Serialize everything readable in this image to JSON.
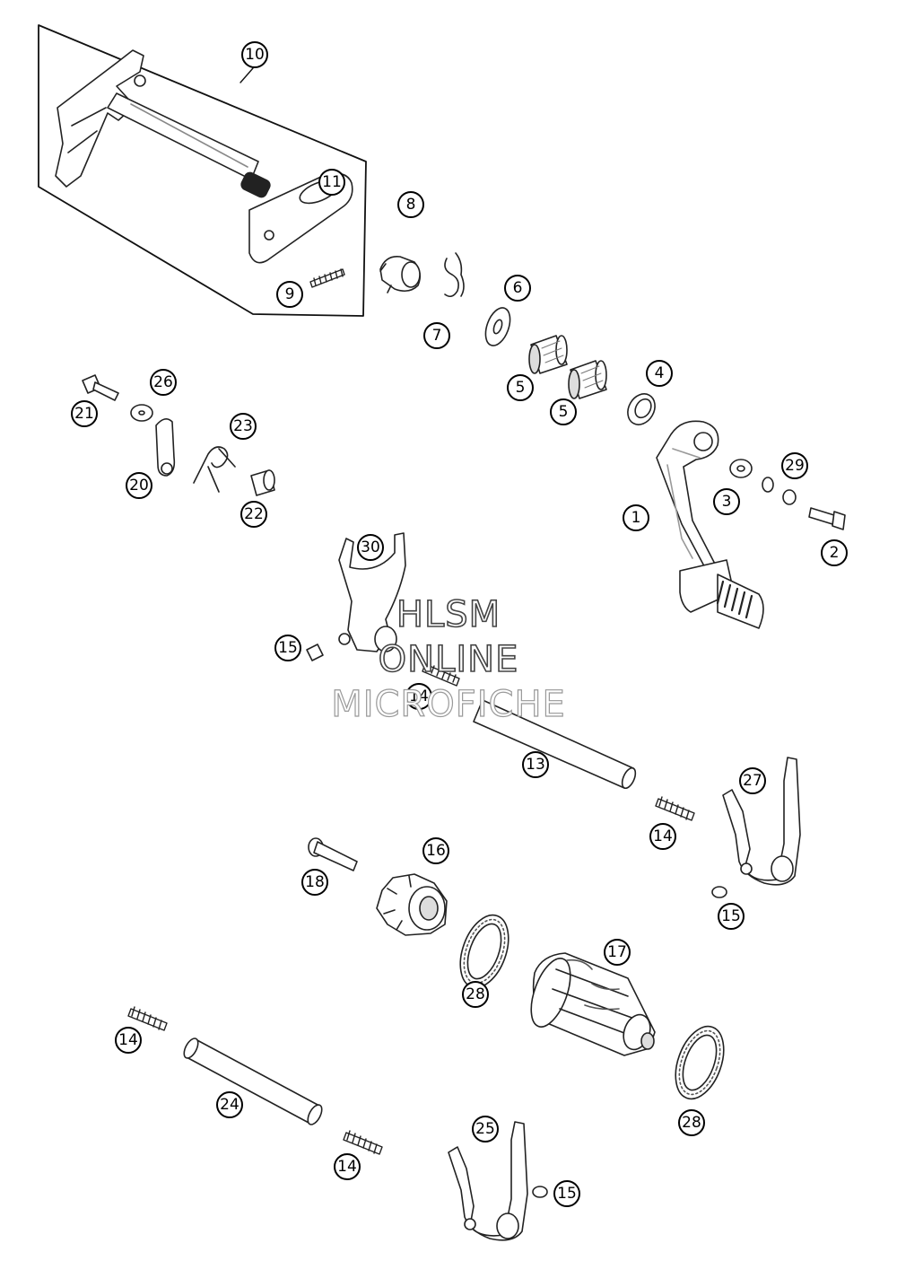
{
  "callouts": [
    {
      "id": "c10",
      "label": "10"
    },
    {
      "id": "c11",
      "label": "11"
    },
    {
      "id": "c9",
      "label": "9"
    },
    {
      "id": "c8",
      "label": "8"
    },
    {
      "id": "c7",
      "label": "7"
    },
    {
      "id": "c6",
      "label": "6"
    },
    {
      "id": "c5a",
      "label": "5"
    },
    {
      "id": "c5b",
      "label": "5"
    },
    {
      "id": "c4",
      "label": "4"
    },
    {
      "id": "c26",
      "label": "26"
    },
    {
      "id": "c21",
      "label": "21"
    },
    {
      "id": "c23",
      "label": "23"
    },
    {
      "id": "c20",
      "label": "20"
    },
    {
      "id": "c22",
      "label": "22"
    },
    {
      "id": "c29",
      "label": "29"
    },
    {
      "id": "c3",
      "label": "3"
    },
    {
      "id": "c1",
      "label": "1"
    },
    {
      "id": "c2",
      "label": "2"
    },
    {
      "id": "c30",
      "label": "30"
    },
    {
      "id": "c15a",
      "label": "15"
    },
    {
      "id": "c14a",
      "label": "14"
    },
    {
      "id": "c13",
      "label": "13"
    },
    {
      "id": "c27",
      "label": "27"
    },
    {
      "id": "c14b",
      "label": "14"
    },
    {
      "id": "c16",
      "label": "16"
    },
    {
      "id": "c18",
      "label": "18"
    },
    {
      "id": "c15b",
      "label": "15"
    },
    {
      "id": "c17",
      "label": "17"
    },
    {
      "id": "c28a",
      "label": "28"
    },
    {
      "id": "c14c",
      "label": "14"
    },
    {
      "id": "c24",
      "label": "24"
    },
    {
      "id": "c28b",
      "label": "28"
    },
    {
      "id": "c25",
      "label": "25"
    },
    {
      "id": "c14d",
      "label": "14"
    },
    {
      "id": "c15c",
      "label": "15"
    }
  ],
  "watermark": {
    "line1": "HLSM",
    "line2": "ONLINE",
    "line3": "MICROFICHE"
  }
}
